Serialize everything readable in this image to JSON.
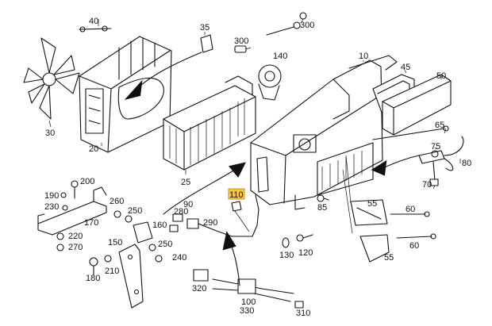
{
  "colors": {
    "highlight": "#f3c24a",
    "line": "#111111"
  },
  "highlighted_part": "110",
  "labels": [
    {
      "id": "40",
      "text": "40"
    },
    {
      "id": "35",
      "text": "35"
    },
    {
      "id": "300a",
      "text": "300"
    },
    {
      "id": "300b",
      "text": "300"
    },
    {
      "id": "140",
      "text": "140"
    },
    {
      "id": "10",
      "text": "10"
    },
    {
      "id": "45",
      "text": "45"
    },
    {
      "id": "50",
      "text": "50"
    },
    {
      "id": "30",
      "text": "30"
    },
    {
      "id": "20",
      "text": "20"
    },
    {
      "id": "25",
      "text": "25"
    },
    {
      "id": "65",
      "text": "65"
    },
    {
      "id": "75",
      "text": "75"
    },
    {
      "id": "80",
      "text": "80"
    },
    {
      "id": "70",
      "text": "70"
    },
    {
      "id": "200",
      "text": "200"
    },
    {
      "id": "190",
      "text": "190"
    },
    {
      "id": "230",
      "text": "230"
    },
    {
      "id": "170",
      "text": "170"
    },
    {
      "id": "220",
      "text": "220"
    },
    {
      "id": "270",
      "text": "270"
    },
    {
      "id": "260",
      "text": "260"
    },
    {
      "id": "250a",
      "text": "250"
    },
    {
      "id": "160",
      "text": "160"
    },
    {
      "id": "150",
      "text": "150"
    },
    {
      "id": "250b",
      "text": "250"
    },
    {
      "id": "240",
      "text": "240"
    },
    {
      "id": "210",
      "text": "210"
    },
    {
      "id": "180",
      "text": "180"
    },
    {
      "id": "90",
      "text": "90"
    },
    {
      "id": "280",
      "text": "280"
    },
    {
      "id": "290",
      "text": "290"
    },
    {
      "id": "110",
      "text": "110"
    },
    {
      "id": "85",
      "text": "85"
    },
    {
      "id": "55a",
      "text": "55"
    },
    {
      "id": "60a",
      "text": "60"
    },
    {
      "id": "55b",
      "text": "55"
    },
    {
      "id": "60b",
      "text": "60"
    },
    {
      "id": "130",
      "text": "130"
    },
    {
      "id": "120",
      "text": "120"
    },
    {
      "id": "320",
      "text": "320"
    },
    {
      "id": "100",
      "text": "100"
    },
    {
      "id": "330",
      "text": "330"
    },
    {
      "id": "310",
      "text": "310"
    }
  ]
}
